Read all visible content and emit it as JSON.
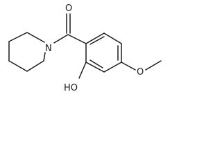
{
  "molecule": {
    "labels": {
      "carbonyl_oxygen": "O",
      "piperidine_nitrogen": "N",
      "hydroxyl": "HO",
      "methoxy_oxygen": "O"
    }
  }
}
